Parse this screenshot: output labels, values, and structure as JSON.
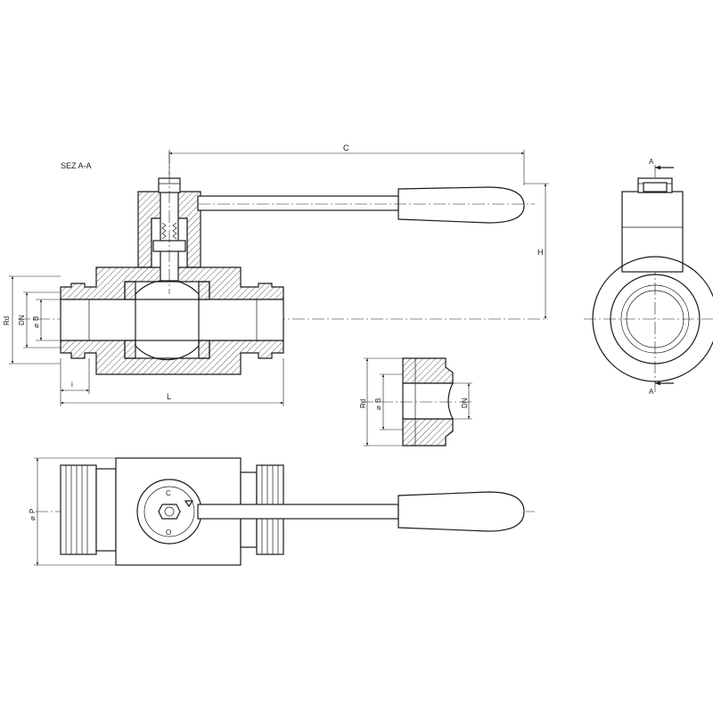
{
  "drawing": {
    "section_title": "SEZ  A-A",
    "labels": {
      "C": "C",
      "H": "H",
      "L": "L",
      "i": "i",
      "Rd": "Rd",
      "DN": "DN",
      "B": "B",
      "P": "P",
      "A": "A",
      "dia": "⌀",
      "handle_C": "C",
      "handle_O": "O"
    },
    "colors": {
      "line": "#1a1a1a",
      "background": "#ffffff"
    }
  }
}
